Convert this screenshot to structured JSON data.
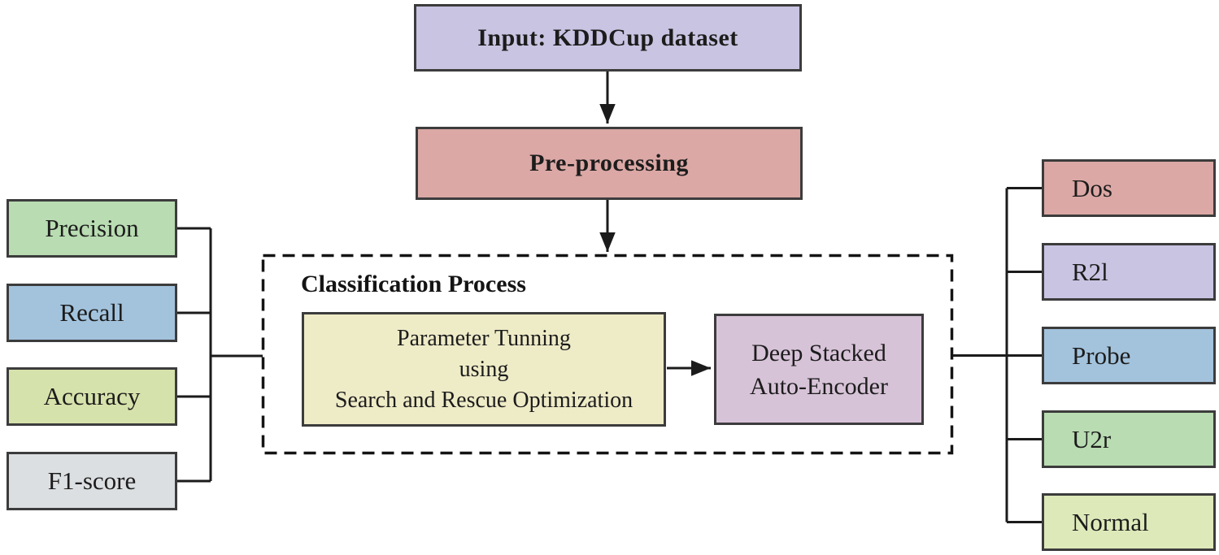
{
  "figure": {
    "background": "#ffffff",
    "line_color": "#1b1b1b",
    "box_border_color": "#3c3c3c",
    "dashed_border_color": "#141414"
  },
  "flow": {
    "input": {
      "label": "Input: KDDCup dataset",
      "fill": "#c9c4e2"
    },
    "preprocessing": {
      "label": "Pre-processing",
      "fill": "#dba8a5"
    },
    "classification": {
      "title": "Classification Process",
      "parameter_tuning": {
        "line1": "Parameter Tunning",
        "line2": "using",
        "line3": "Search and Rescue Optimization",
        "fill": "#eeebc7"
      },
      "autoencoder": {
        "line1": "Deep Stacked",
        "line2": "Auto-Encoder",
        "fill": "#d7c3d8"
      }
    }
  },
  "metrics": [
    {
      "label": "Precision",
      "fill": "#b9dcb2"
    },
    {
      "label": "Recall",
      "fill": "#a3c3dd"
    },
    {
      "label": "Accuracy",
      "fill": "#d6e2ab"
    },
    {
      "label": "F1-score",
      "fill": "#dcdfe1"
    }
  ],
  "classes": [
    {
      "label": "Dos",
      "fill": "#dba8a5"
    },
    {
      "label": "R2l",
      "fill": "#c9c4e2"
    },
    {
      "label": "Probe",
      "fill": "#a3c3dd"
    },
    {
      "label": "U2r",
      "fill": "#b9dcb2"
    },
    {
      "label": "Normal",
      "fill": "#dde9b9"
    }
  ]
}
